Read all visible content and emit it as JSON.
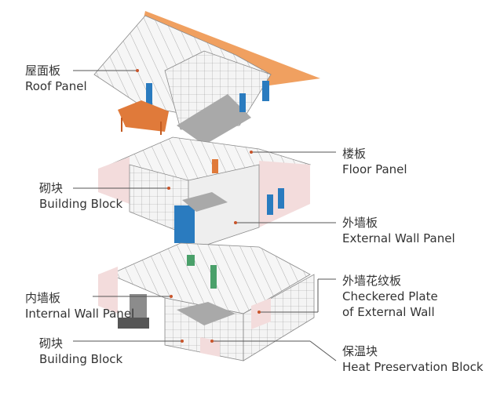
{
  "labels": [
    {
      "id": "roof-panel",
      "cn": "屋面板",
      "en": "Roof Panel"
    },
    {
      "id": "building-block-upper",
      "cn": "砌块",
      "en": "Building Block"
    },
    {
      "id": "internal-wall-panel",
      "cn": "内墙板",
      "en": "Internal Wall Panel"
    },
    {
      "id": "building-block-lower",
      "cn": "砌块",
      "en": "Building Block"
    },
    {
      "id": "floor-panel",
      "cn": "楼板",
      "en": "Floor Panel"
    },
    {
      "id": "external-wall-panel",
      "cn": "外墙板",
      "en": "External Wall Panel"
    },
    {
      "id": "checkered-plate",
      "cn": "外墙花纹板",
      "en": "Checkered Plate",
      "en2": "of External Wall"
    },
    {
      "id": "heat-preservation-block",
      "cn": "保温块",
      "en": "Heat Preservation Block"
    }
  ],
  "colors": {
    "roof": "#f0a060",
    "panel": "#f2f2f2",
    "grid": "#9a9a9a",
    "window": "#2a7bbf",
    "balcony": "#e07a3a",
    "pink": "#f3dcdc",
    "grey": "#a9a9a9",
    "green": "#4aa06a",
    "dot": "#c8542a"
  }
}
